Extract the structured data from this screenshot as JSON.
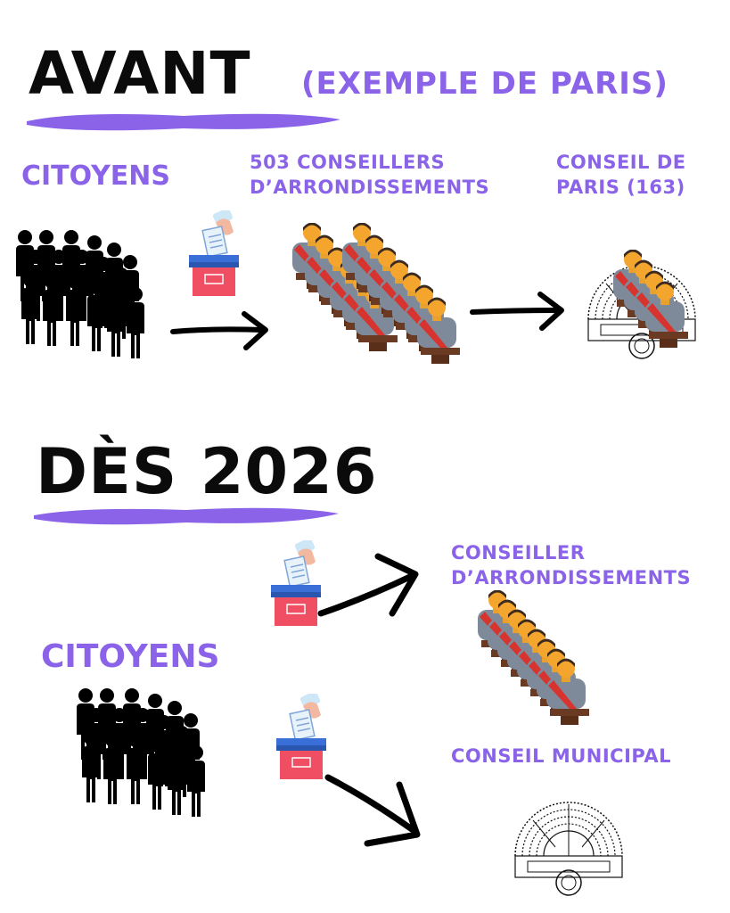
{
  "section_before": {
    "title": "AVANT",
    "subtitle": "(EXEMPLE DE PARIS)",
    "citizens_label": "CITOYENS",
    "district_label_line1": "503 CONSEILLERS",
    "district_label_line2": "D’ARRONDISSEMENTS",
    "council_label_line1": "CONSEIL DE",
    "council_label_line2": "PARIS (163)"
  },
  "section_after": {
    "title": "DÈS 2026",
    "citizens_label": "CITOYENS",
    "district_label_line1": "CONSEILLER",
    "district_label_line2": "D’ARRONDISSEMENTS",
    "municipal_label": "CONSEIL MUNICIPAL"
  },
  "colors": {
    "accent": "#8a63e8",
    "black": "#0b0b0b",
    "ballot_box_red": "#f04e63",
    "ballot_box_blue": "#3a6fd8"
  },
  "icons": [
    "crowd-icon",
    "ballot-box-icon",
    "arrow-icon",
    "councillor-row-icon",
    "hemicycle-icon"
  ]
}
